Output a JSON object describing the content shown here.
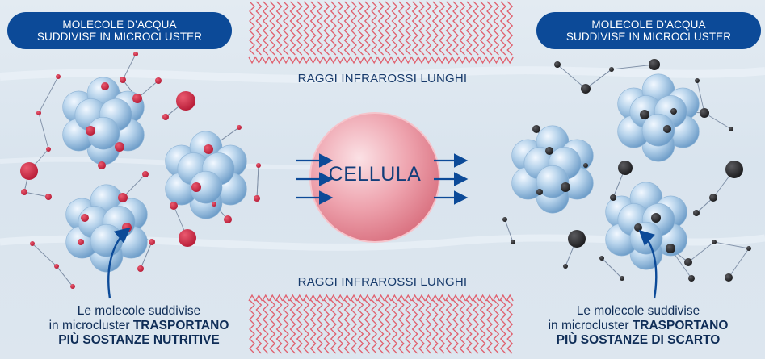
{
  "header": {
    "left_pill": {
      "line1": "MOLECOLE D’ACQUA",
      "line2": "SUDDIVISE IN MICROCLUSTER"
    },
    "right_pill": {
      "line1": "MOLECOLE D’ACQUA",
      "line2": "SUDDIVISE IN MICROCLUSTER"
    }
  },
  "rays": {
    "top_label": "RAGGI INFRAROSSI LUNGHI",
    "bottom_label": "RAGGI INFRAROSSI LUNGHI"
  },
  "cell": {
    "label": "CELLULA"
  },
  "captions": {
    "left": {
      "line1": "Le molecole suddivise",
      "line2_plain": "in microcluster ",
      "line2_bold": "TRASPORTANO",
      "line3_bold": "PIÙ SOSTANZE NUTRITIVE"
    },
    "right": {
      "line1": "Le molecole suddivise",
      "line2_plain": "in microcluster ",
      "line2_bold": "TRASPORTANO",
      "line3_bold": "PIÙ SOSTANZE DI SCARTO"
    }
  },
  "colors": {
    "pill": "#0c4a98",
    "nutrient_particle": "#c8243f",
    "waste_particle": "#2b2b2d",
    "cluster_sphere": "#a9c9e6",
    "cell": "#e58a97",
    "rays": "#e0606e",
    "arrow": "#0c4a98"
  }
}
